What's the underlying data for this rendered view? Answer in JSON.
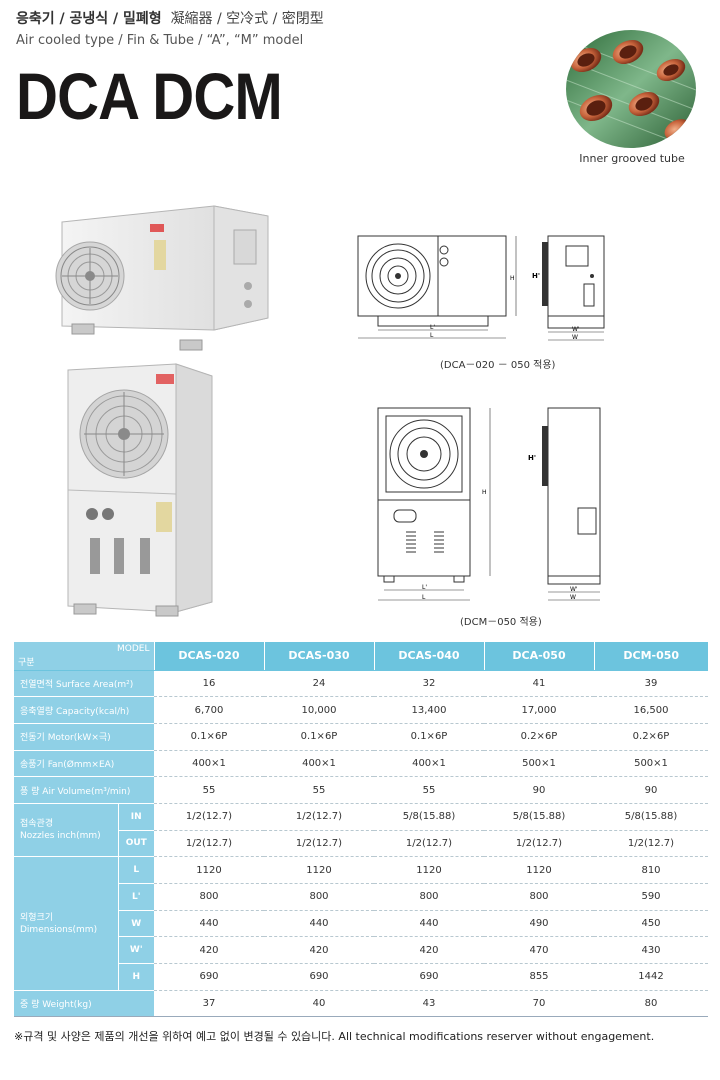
{
  "header": {
    "kr_types": "응축기 / 공냉식 / 밀폐형",
    "cn_types": "凝縮器 / 空冷式 / 密閉型",
    "en_types": "Air cooled type / Fin & Tube / “A”, “M” model",
    "model_title": "DCA DCM"
  },
  "tube": {
    "caption": "Inner grooved tube"
  },
  "drawings": {
    "dca_caption": "(DCA－020 － 050 적용)",
    "dcm_caption": "(DCM－050 적용)",
    "dim_labels": {
      "L_prime": "L'",
      "L": "L",
      "W_prime": "W'",
      "W": "W",
      "H": "H",
      "H_prime": "H'"
    }
  },
  "colors": {
    "header_blue": "#6cc4de",
    "label_blue": "#8fd0e6"
  },
  "table": {
    "model_label": "MODEL",
    "category_label": "구분",
    "models": [
      "DCAS-020",
      "DCAS-030",
      "DCAS-040",
      "DCA-050",
      "DCM-050"
    ],
    "rows": [
      {
        "label": "전열면적  Surface Area(m²)",
        "values": [
          "16",
          "24",
          "32",
          "41",
          "39"
        ]
      },
      {
        "label": "응축열량  Capacity(kcal/h)",
        "values": [
          "6,700",
          "10,000",
          "13,400",
          "17,000",
          "16,500"
        ]
      },
      {
        "label": "전동기  Motor(kW×극)",
        "values": [
          "0.1×6P",
          "0.1×6P",
          "0.1×6P",
          "0.2×6P",
          "0.2×6P"
        ]
      },
      {
        "label": "송풍기  Fan(Ømm×EA)",
        "values": [
          "400×1",
          "400×1",
          "400×1",
          "500×1",
          "500×1"
        ]
      },
      {
        "label": "풍  량  Air Volume(m³/min)",
        "values": [
          "55",
          "55",
          "55",
          "90",
          "90"
        ]
      }
    ],
    "nozzle": {
      "label_kr": "접속관경",
      "label_en": "Nozzles inch(mm)",
      "rows": [
        {
          "sub": "IN",
          "values": [
            "1/2(12.7)",
            "1/2(12.7)",
            "5/8(15.88)",
            "5/8(15.88)",
            "5/8(15.88)"
          ]
        },
        {
          "sub": "OUT",
          "values": [
            "1/2(12.7)",
            "1/2(12.7)",
            "1/2(12.7)",
            "1/2(12.7)",
            "1/2(12.7)"
          ]
        }
      ]
    },
    "dimensions": {
      "label_kr": "외형크기",
      "label_en": "Dimensions(mm)",
      "rows": [
        {
          "sub": "L",
          "values": [
            "1120",
            "1120",
            "1120",
            "1120",
            "810"
          ]
        },
        {
          "sub": "L'",
          "values": [
            "800",
            "800",
            "800",
            "800",
            "590"
          ]
        },
        {
          "sub": "W",
          "values": [
            "440",
            "440",
            "440",
            "490",
            "450"
          ]
        },
        {
          "sub": "W'",
          "values": [
            "420",
            "420",
            "420",
            "470",
            "430"
          ]
        },
        {
          "sub": "H",
          "values": [
            "690",
            "690",
            "690",
            "855",
            "1442"
          ]
        }
      ]
    },
    "weight": {
      "label": "중  량  Weight(kg)",
      "values": [
        "37",
        "40",
        "43",
        "70",
        "80"
      ]
    }
  },
  "footnote": "※규격 및 사양은 제품의 개선을 위하여 예고 없이 변경될 수 있습니다. All technical modifications reserver without engagement."
}
